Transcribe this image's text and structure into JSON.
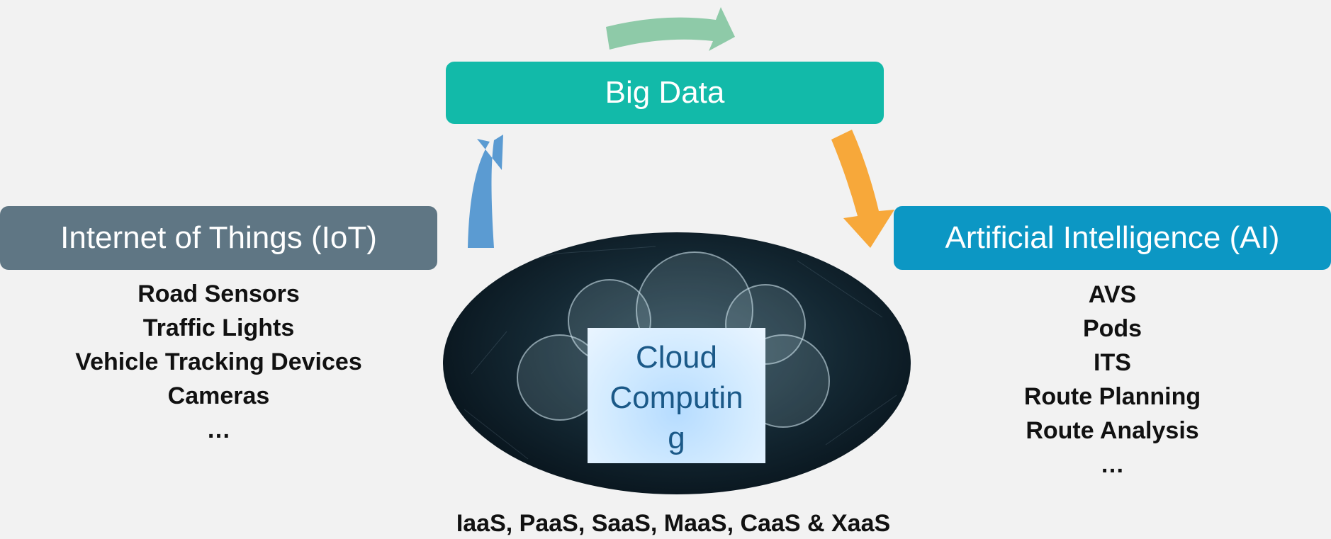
{
  "boxes": {
    "iot": "Internet of Things (IoT)",
    "big_data": "Big Data",
    "ai": "Artificial Intelligence (AI)"
  },
  "iot_items": [
    "Road Sensors",
    "Traffic Lights",
    "Vehicle Tracking Devices",
    "Cameras",
    "…"
  ],
  "ai_items": [
    "AVS",
    "Pods",
    "ITS",
    "Route Planning",
    "Route Analysis",
    "…"
  ],
  "cloud": {
    "line1": "Cloud",
    "line2": "Computin",
    "line3": "g"
  },
  "services": "IaaS, PaaS, SaaS, MaaS, CaaS & XaaS",
  "colors": {
    "iot_box": "#5f7684",
    "big_data_box": "#12baa9",
    "ai_box": "#0c97c4",
    "arrow_green": "#8ecaa8",
    "arrow_blue": "#5b9bd2",
    "arrow_orange": "#f7a83a"
  }
}
